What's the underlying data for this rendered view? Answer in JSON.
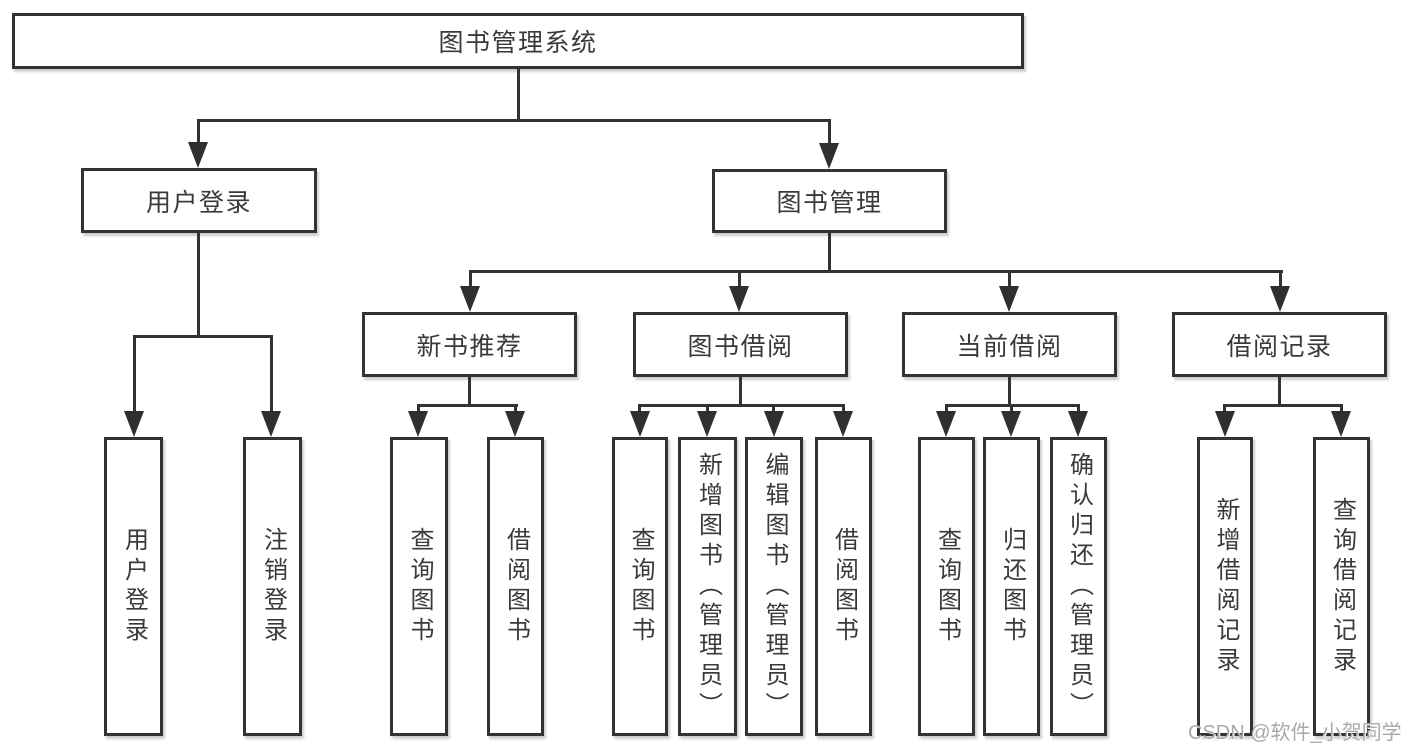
{
  "diagram_title": "图书管理系统",
  "tree": {
    "root": {
      "label": "图书管理系统"
    },
    "branches": [
      {
        "label": "用户登录",
        "children": [
          {
            "label": "用户登录"
          },
          {
            "label": "注销登录"
          }
        ]
      },
      {
        "label": "图书管理",
        "children": [
          {
            "label": "新书推荐",
            "children": [
              {
                "label": "查询图书"
              },
              {
                "label": "借阅图书"
              }
            ]
          },
          {
            "label": "图书借阅",
            "children": [
              {
                "label": "查询图书"
              },
              {
                "label": "新增图书（管理员）"
              },
              {
                "label": "编辑图书（管理员）"
              },
              {
                "label": "借阅图书"
              }
            ]
          },
          {
            "label": "当前借阅",
            "children": [
              {
                "label": "查询图书"
              },
              {
                "label": "归还图书"
              },
              {
                "label": "确认归还（管理员）"
              }
            ]
          },
          {
            "label": "借阅记录",
            "children": [
              {
                "label": "新增借阅记录"
              },
              {
                "label": "查询借阅记录"
              }
            ]
          }
        ]
      }
    ]
  },
  "watermark": "CSDN @软件_小贺同学",
  "colors": {
    "line": "#333333",
    "text": "#3a3a3e",
    "background": "#ffffff",
    "watermark": "#a9a9a9"
  }
}
